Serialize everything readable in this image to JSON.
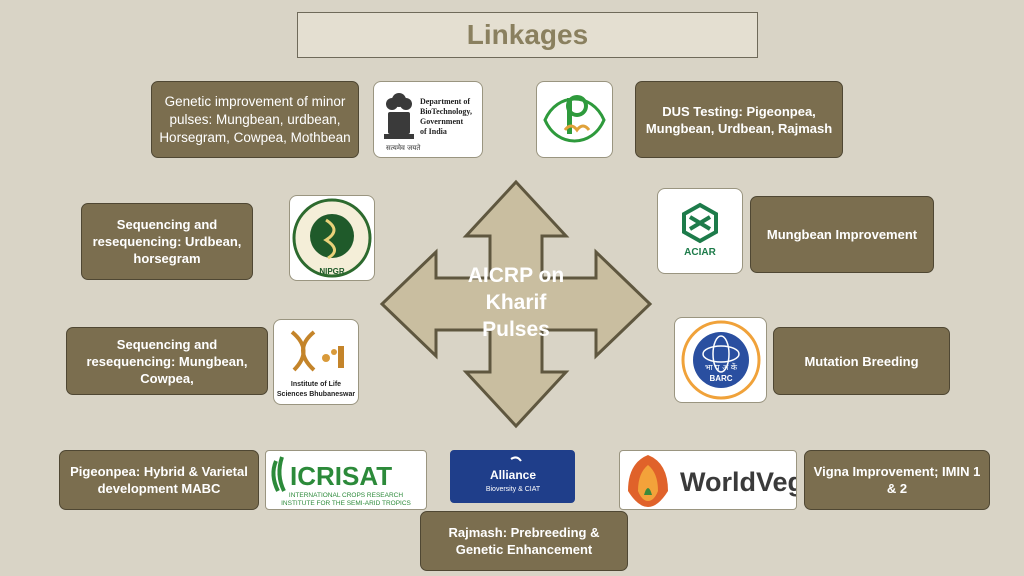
{
  "title": "Linkages",
  "center": {
    "line1": "AICRP on",
    "line2": "Kharif",
    "line3": "Pulses"
  },
  "boxes": {
    "dbt_text": "Genetic improvement of minor pulses: Mungbean, urdbean, Horsegram, Cowpea, Mothbean",
    "dus_text": "DUS Testing: Pigeonpea, Mungbean, Urdbean, Rajmash",
    "nipgr_text": "Sequencing and resequencing: Urdbean, horsegram",
    "aciar_text": "Mungbean Improvement",
    "ils_text": "Sequencing and resequencing: Mungbean, Cowpea,",
    "barc_text": "Mutation Breeding",
    "icrisat_text": "Pigeonpea: Hybrid & Varietal development MABC",
    "alliance_text": "Rajmash: Prebreeding & Genetic Enhancement",
    "worldveg_text": "Vigna Improvement; IMIN 1 & 2"
  },
  "logos": {
    "dbt": {
      "line1": "Department of",
      "line2": "BioTechnology,",
      "line3": "Government",
      "line4": "of India",
      "sub": "सत्यमेव जयते"
    },
    "nipgr": {
      "label": "NIPGR"
    },
    "aciar": {
      "label": "ACIAR"
    },
    "ils": {
      "line1": "Institute of Life",
      "line2": "Sciences Bhubaneswar"
    },
    "barc": {
      "hindi": "भा प अ कें",
      "label": "BARC"
    },
    "icrisat": {
      "name": "ICRISAT",
      "line1": "INTERNATIONAL CROPS RESEARCH",
      "line2": "INSTITUTE FOR THE SEMI-ARID TROPICS"
    },
    "alliance": {
      "name": "Alliance",
      "sub": "Bioversity & CIAT"
    },
    "worldveg": {
      "name": "WorldVeg"
    }
  },
  "colors": {
    "background": "#d9d4c6",
    "box": "#7b6e4f",
    "arrow": "#c9bea0",
    "title_text": "#8a805f"
  }
}
